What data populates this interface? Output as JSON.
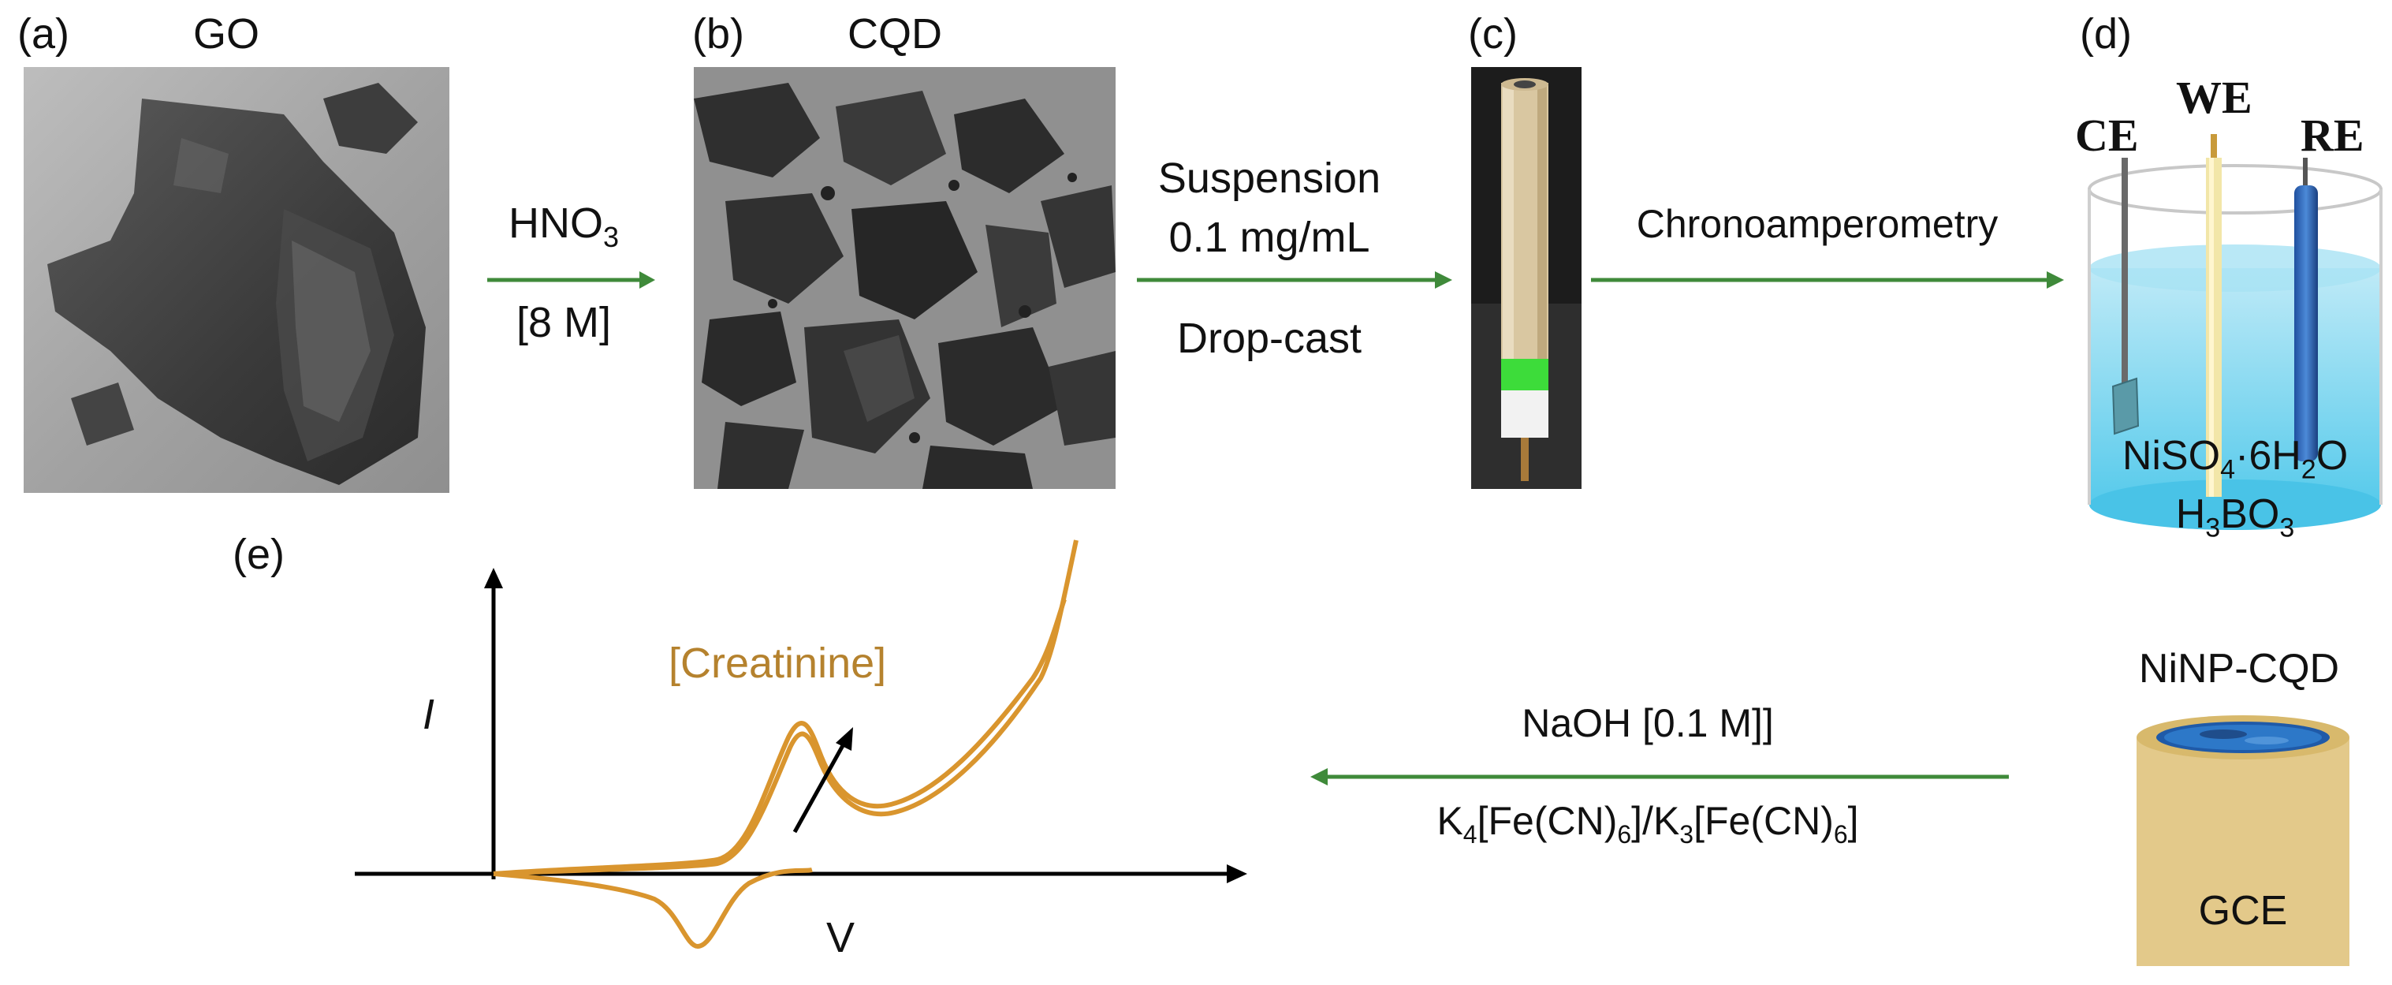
{
  "panels": {
    "a": {
      "letter": "(a)",
      "title": "GO"
    },
    "b": {
      "letter": "(b)",
      "title": "CQD"
    },
    "c": {
      "letter": "(c)"
    },
    "d": {
      "letter": "(d)",
      "electrodes": {
        "ce": "CE",
        "we": "WE",
        "re": "RE"
      },
      "solution": {
        "line1_main": "NiSO",
        "line1_sub1": "4",
        "line1_mid": "·6H",
        "line1_sub2": "2",
        "line1_end": "O",
        "line2_main": "H",
        "line2_sub1": "3",
        "line2_mid": "BO",
        "line2_sub2": "3"
      }
    },
    "e": {
      "letter": "(e)"
    }
  },
  "steps": {
    "step1": {
      "top_main": "HNO",
      "top_sub": "3",
      "bottom": "[8 M]"
    },
    "step2": {
      "line1": "Suspension",
      "line2": "0.1 mg/mL",
      "bottom": "Drop-cast"
    },
    "step3": {
      "label": "Chronoamperometry"
    },
    "step4": {
      "top": "NaOH [0.1 M]]",
      "bottom_a": "K",
      "bottom_a_sub": "4",
      "bottom_b": "[Fe(CN)",
      "bottom_b_sub": "6",
      "bottom_c": "]/K",
      "bottom_c_sub": "3",
      "bottom_d": "[Fe(CN)",
      "bottom_d_sub": "6",
      "bottom_e": "]"
    }
  },
  "electrode": {
    "title": "NiNP-CQD",
    "body_label": "GCE"
  },
  "chart_data": {
    "type": "line",
    "ylabel": "I",
    "xlabel": "V",
    "annotation": "[Creatinine]",
    "curve_color": "#d9952e"
  },
  "colors": {
    "arrow": "#3f8a3a",
    "curve": "#d9952e",
    "annotation": "#b5822e",
    "electrode_body": "#e3c98a"
  }
}
